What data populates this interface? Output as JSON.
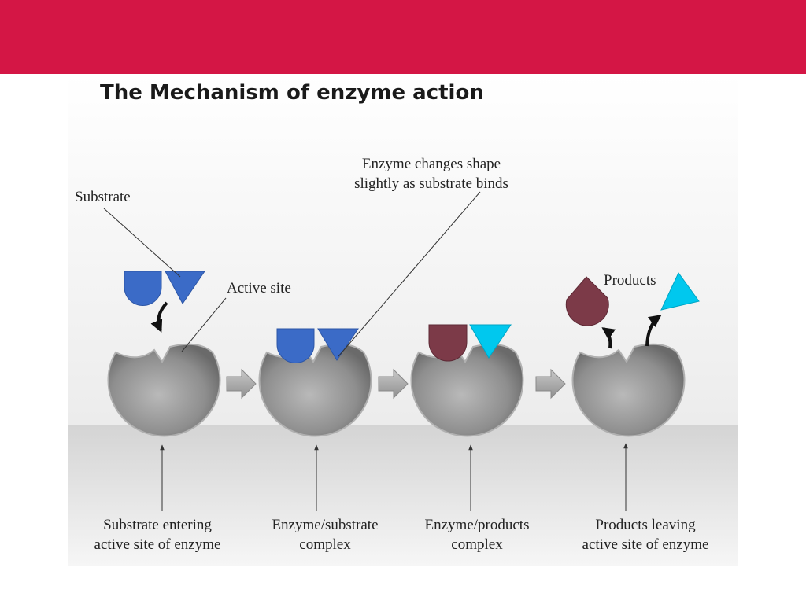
{
  "colors": {
    "header_bar": "#d41645",
    "enzyme_gray": "#8a8a8a",
    "substrate_blue": "#3b6bc7",
    "product_maroon": "#7c3a48",
    "product_cyan": "#00c8ee",
    "arrow_gray": "#a9a9a9"
  },
  "diagram": {
    "title": "The Mechanism of enzyme action",
    "labels": {
      "substrate": "Substrate",
      "active_site": "Active site",
      "shape_change_line1": "Enzyme changes shape",
      "shape_change_line2": "slightly as substrate binds",
      "products": "Products"
    },
    "stages": [
      {
        "caption_line1": "Substrate entering",
        "caption_line2": "active site of enzyme"
      },
      {
        "caption_line1": "Enzyme/substrate",
        "caption_line2": "complex"
      },
      {
        "caption_line1": "Enzyme/products",
        "caption_line2": "complex"
      },
      {
        "caption_line1": "Products leaving",
        "caption_line2": "active site of enzyme"
      }
    ]
  }
}
